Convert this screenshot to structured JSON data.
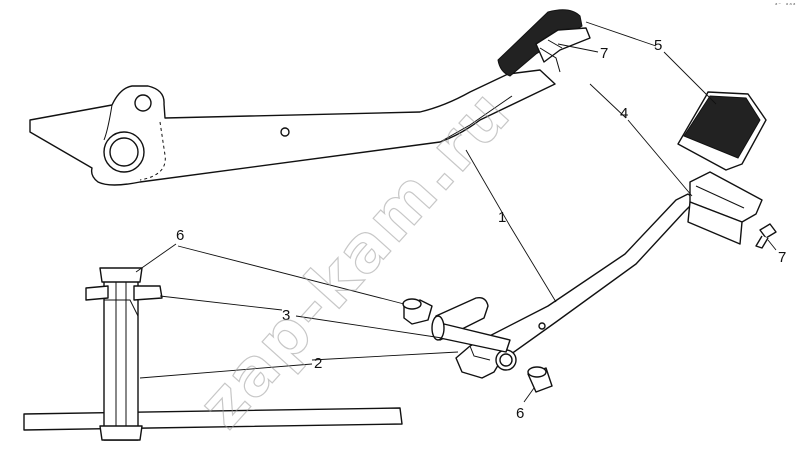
{
  "callouts": {
    "c1": "1",
    "c2": "2",
    "c3": "3",
    "c4": "4",
    "c5": "5",
    "c6a": "6",
    "c6b": "6",
    "c7a": "7",
    "c7b": "7"
  },
  "watermark": "zap-kam.ru",
  "corner_mark": "ᵃ⁻ ᵃᵃᵃ"
}
